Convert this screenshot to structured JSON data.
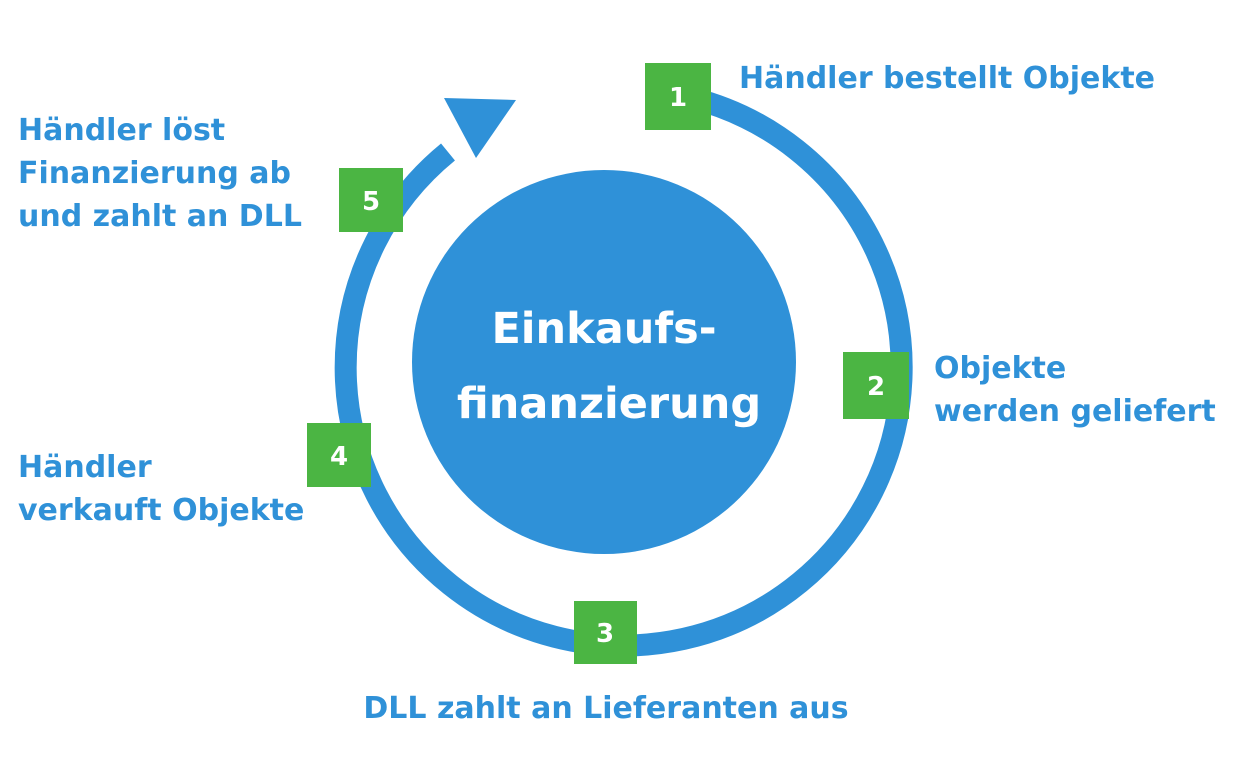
{
  "colors": {
    "cycle_blue": "#2f91d8",
    "step_green": "#4bb543",
    "text_blue": "#2f91d8",
    "center_text": "#ffffff",
    "background": "#ffffff"
  },
  "center": {
    "line1": "Einkaufs-",
    "line2": "finanzierung"
  },
  "steps": [
    {
      "number": "1",
      "label_lines": [
        "Händler bestellt Objekte"
      ]
    },
    {
      "number": "2",
      "label_lines": [
        "Objekte",
        "werden geliefert"
      ]
    },
    {
      "number": "3",
      "label_lines": [
        "DLL zahlt an Lieferanten aus"
      ]
    },
    {
      "number": "4",
      "label_lines": [
        "Händler",
        "verkauft Objekte"
      ]
    },
    {
      "number": "5",
      "label_lines": [
        "Händler löst",
        "Finanzierung ab",
        "und zahlt an DLL"
      ]
    }
  ]
}
